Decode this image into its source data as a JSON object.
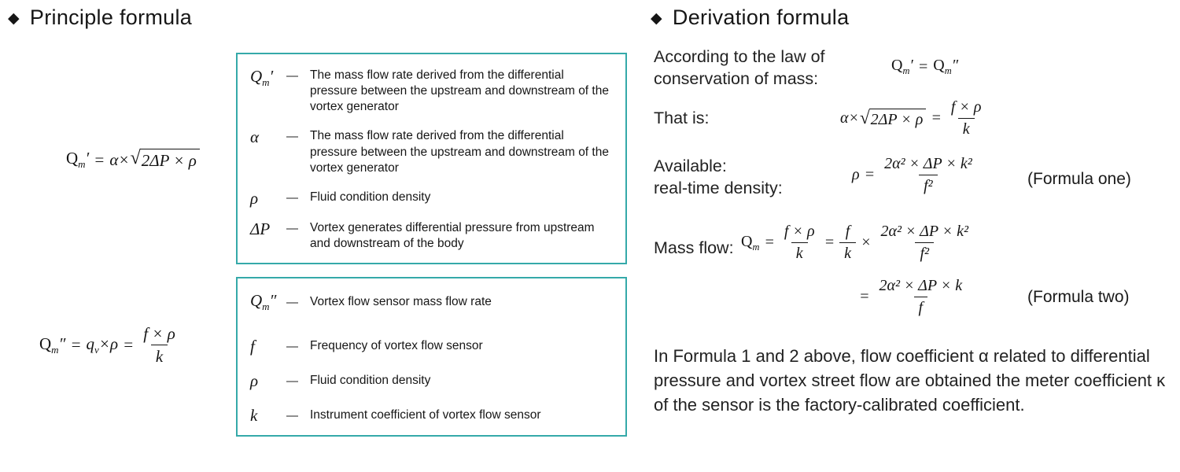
{
  "ui": {
    "bullet": "◆",
    "dash": "—",
    "radical": "√"
  },
  "principle": {
    "title": "Principle formula",
    "formula1": {
      "q": "Q",
      "q_sub": "m",
      "q_sup": "′",
      "eq": "=",
      "pre": "α×",
      "radicand": "2ΔP × ρ"
    },
    "box1": [
      {
        "sym": "Q",
        "sub": "m",
        "sup": "′",
        "desc": "The mass flow rate derived from the differential pressure between the upstream and downstream of the vortex generator"
      },
      {
        "sym": "α",
        "desc": "The mass flow rate derived from the differential pressure between the upstream and downstream of the vortex generator"
      },
      {
        "sym": "ρ",
        "desc": "Fluid condition density"
      },
      {
        "sym": "ΔP",
        "desc": "Vortex generates differential pressure from upstream and downstream of the body"
      }
    ],
    "formula2": {
      "q": "Q",
      "q_sub": "m",
      "q_sup": "″",
      "eq1": "=",
      "qv": "q",
      "qv_sub": "v",
      "qv_rest": "×ρ",
      "eq2": "=",
      "num": "f × ρ",
      "den": "k"
    },
    "box2": [
      {
        "sym": "Q",
        "sub": "m",
        "sup": "″",
        "desc": "Vortex flow sensor mass flow rate"
      },
      {
        "sym": "f",
        "desc": "Frequency of vortex flow sensor"
      },
      {
        "sym": "ρ",
        "desc": "Fluid condition density"
      },
      {
        "sym": "k",
        "desc": "Instrument coefficient of vortex flow sensor"
      }
    ]
  },
  "derivation": {
    "title": "Derivation formula",
    "law_label": "According to the law of conservation of mass:",
    "eq1": {
      "lq": "Q",
      "lsub": "m",
      "lsup": "′",
      "eq": "=",
      "rq": "Q",
      "rsub": "m",
      "rsup": "″"
    },
    "thatis_label": "That is:",
    "eq2": {
      "pre": "α×",
      "radicand": "2ΔP × ρ",
      "eq": "=",
      "num": "f × ρ",
      "den": "k"
    },
    "available_line1": "Available:",
    "available_line2": "real-time density:",
    "eq3": {
      "lhs": "ρ",
      "eq": "=",
      "num": "2α² × ΔP × k²",
      "den": "f²"
    },
    "formula_one": "(Formula one)",
    "massflow_label": "Mass flow:",
    "eq4": {
      "q": "Q",
      "q_sub": "m",
      "eq1": "=",
      "fr1_num": "f × ρ",
      "fr1_den": "k",
      "eq2": "=",
      "fr2_num": "f",
      "fr2_den": "k",
      "times": "×",
      "fr3_num": "2α² × ΔP × k²",
      "fr3_den": "f²"
    },
    "eq5": {
      "eq": "=",
      "num": "2α² × ΔP × k",
      "den": "f"
    },
    "formula_two": "(Formula two)",
    "note": "In Formula 1 and 2 above, flow coefficient α related to differential pressure and vortex street flow are obtained the meter coefficient κ of the sensor is the factory-calibrated coefficient."
  }
}
